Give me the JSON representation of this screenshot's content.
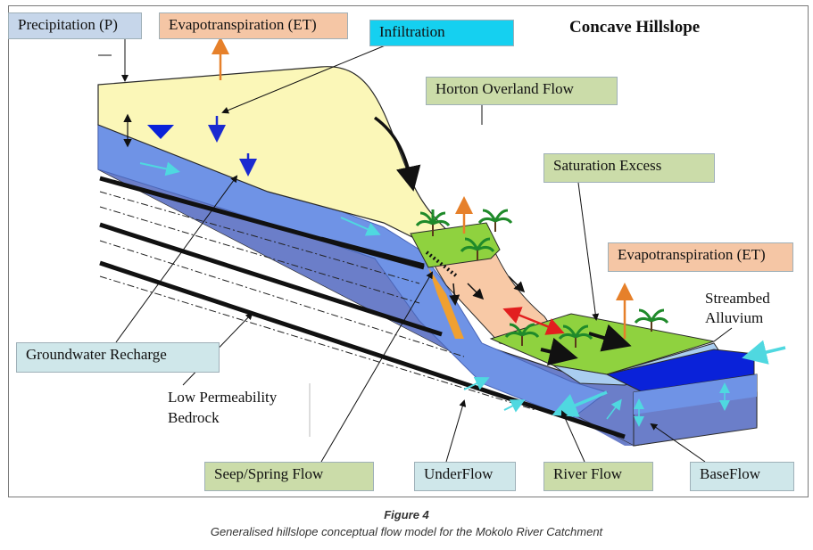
{
  "diagram": {
    "title": "Concave Hillslope",
    "labels": {
      "precipitation": "Precipitation (P)",
      "evapotranspiration_top": "Evapotranspiration (ET)",
      "infiltration": "Infiltration",
      "horton_overland_flow": "Horton Overland Flow",
      "saturation_excess": "Saturation Excess",
      "evapotranspiration_right": "Evapotranspiration (ET)",
      "streambed_alluvium": "Streambed Alluvium",
      "groundwater_recharge": "Groundwater Recharge",
      "low_permeability_bedrock": "Low Permeability Bedrock",
      "seep_spring_flow": "Seep/Spring Flow",
      "underflow": "UnderFlow",
      "river_flow": "River Flow",
      "baseflow": "BaseFlow"
    },
    "colors": {
      "unsaturated_zone": "#fbf7b8",
      "saturated_zone": "#6f93e6",
      "bedrock": "#6b7ec9",
      "colluvium": "#f8c9a6",
      "green_surface": "#8fd23f",
      "river": "#0a22d9",
      "et_arrow": "#e6802a",
      "infiltration_arrow": "#1a2ad0",
      "exchange_arrow": "#e21f1f",
      "flow_arrow_cyan": "#4fd8e0"
    }
  },
  "caption": {
    "figure_label": "Figure 4",
    "text": "Generalised hillslope conceptual flow model for the Mokolo River Catchment"
  }
}
